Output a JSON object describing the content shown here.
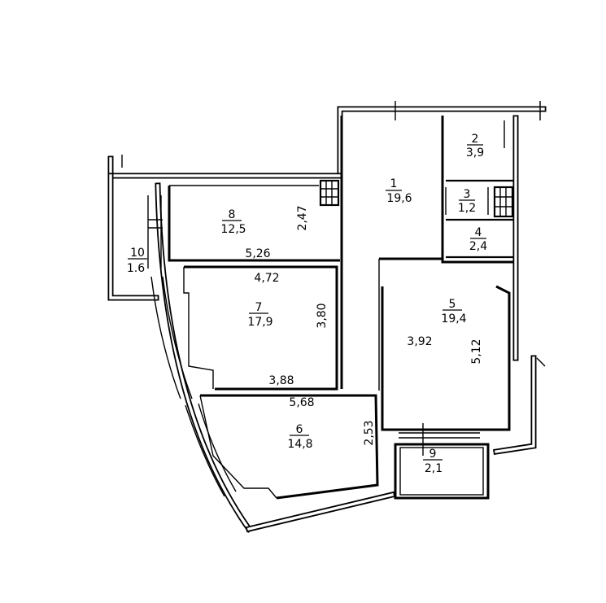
{
  "rooms": [
    {
      "id": "1",
      "number": "1",
      "area": "19,6"
    },
    {
      "id": "2",
      "number": "2",
      "area": "3,9"
    },
    {
      "id": "3",
      "number": "3",
      "area": "1,2"
    },
    {
      "id": "4",
      "number": "4",
      "area": "2,4"
    },
    {
      "id": "5",
      "number": "5",
      "area": "19,4"
    },
    {
      "id": "6",
      "number": "6",
      "area": "14,8"
    },
    {
      "id": "7",
      "number": "7",
      "area": "17,9"
    },
    {
      "id": "8",
      "number": "8",
      "area": "12,5"
    },
    {
      "id": "9",
      "number": "9",
      "area": "2,1"
    },
    {
      "id": "10",
      "number": "10",
      "area": "1.6"
    }
  ],
  "dimensions": {
    "room8_height": "2,47",
    "room8_width": "5,26",
    "room7_width_top": "4,72",
    "room7_height": "3,80",
    "room7_width_bottom": "3,88",
    "room5_width": "3,92",
    "room5_height": "5,12",
    "room6_width": "5,68",
    "room6_height": "2,53"
  }
}
